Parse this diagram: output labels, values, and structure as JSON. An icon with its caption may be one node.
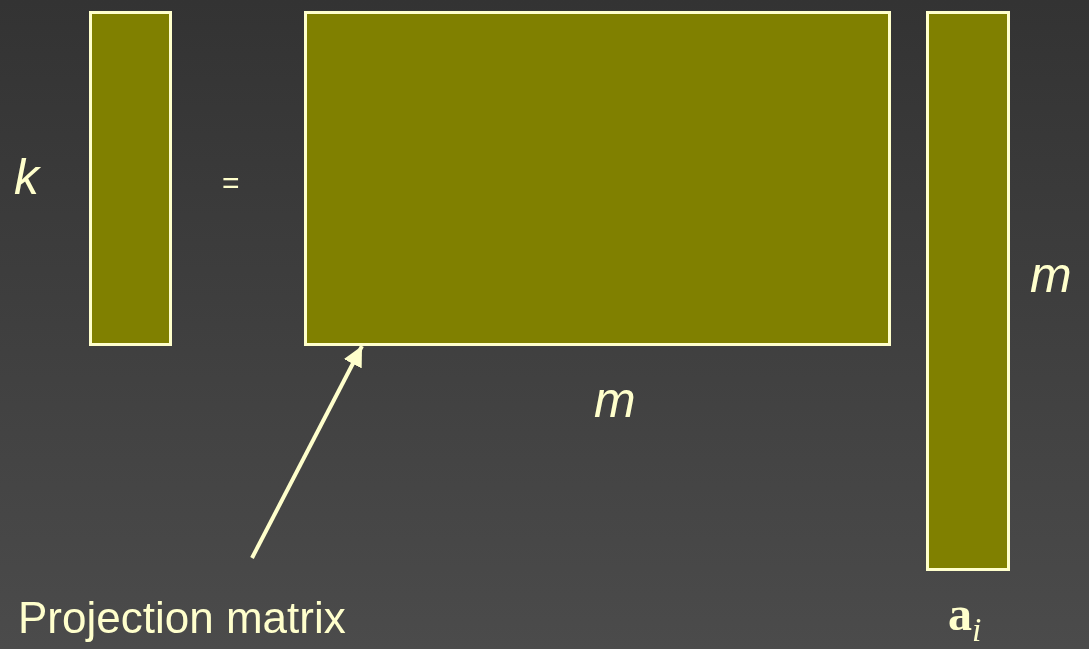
{
  "diagram": {
    "nodes": [
      {
        "text": [],
        "shape": "box",
        "beside": [
          "k"
        ]
      },
      {
        "text": [],
        "shape": "box",
        "beside": [
          "m"
        ]
      },
      {
        "text": [],
        "shape": "box",
        "beside": [
          "m",
          "**a**$_{i}$"
        ]
      },
      {
        "text": [
          "Projection matrix"
        ]
      }
    ],
    "edges": [
      {
        "from": 3,
        "to": 1,
        "arrow": "to"
      }
    ],
    "labels": [
      "="
    ]
  }
}
